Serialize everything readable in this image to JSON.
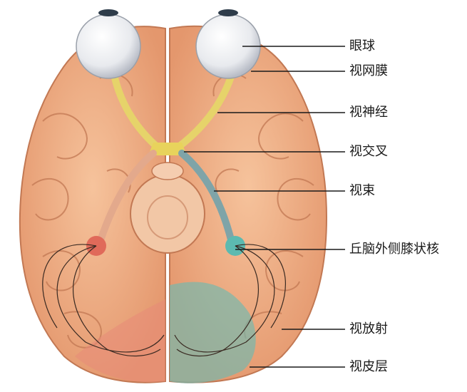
{
  "labels": {
    "eyeball": "眼球",
    "retina": "视网膜",
    "optic_nerve": "视神经",
    "optic_chiasm": "视交叉",
    "optic_tract": "视束",
    "lgn": "丘脑外侧膝状核",
    "optic_radiation": "视放射",
    "visual_cortex": "视皮层"
  },
  "colors": {
    "brain": "#f2b48a",
    "brain_shade": "#d98e66",
    "gyrus_line": "#b86a4a",
    "optic_nerve": "#e6d36a",
    "optic_tract": "#7fa4a8",
    "cortex_teal": "#6fbab0",
    "cortex_red": "#e78a78"
  }
}
